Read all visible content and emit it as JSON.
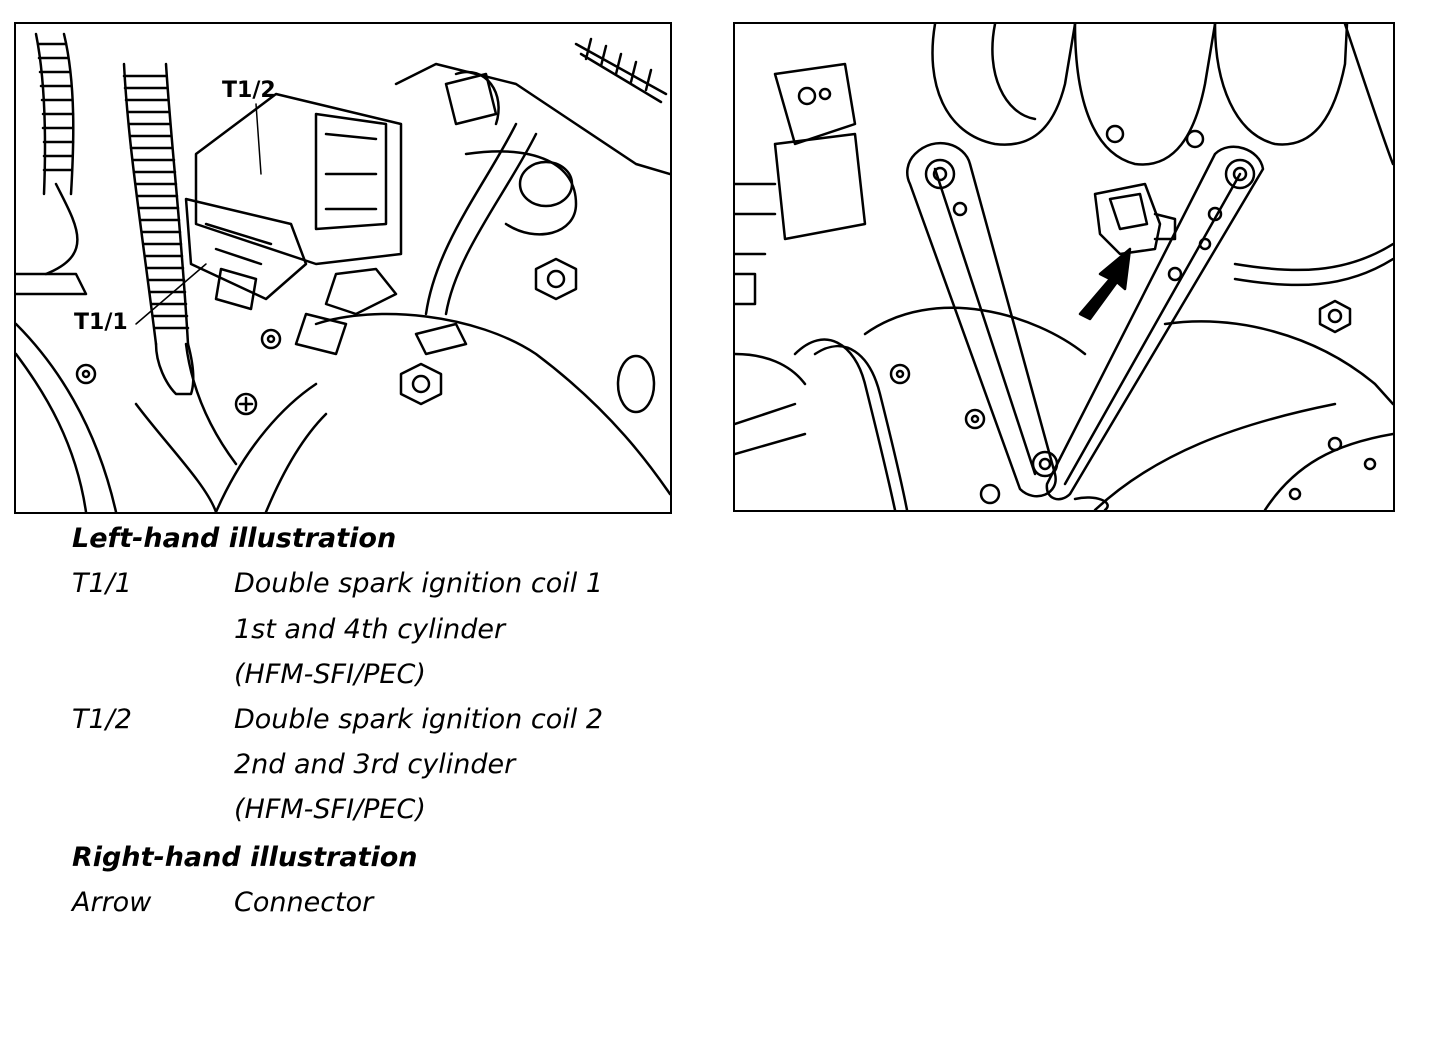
{
  "left_illustration": {
    "callouts": {
      "t1_2": "T1/2",
      "t1_1": "T1/1"
    }
  },
  "legend": {
    "left_heading": "Left-hand illustration",
    "items": [
      {
        "key": "T1/1",
        "lines": [
          "Double spark ignition coil 1",
          "1st and 4th cylinder",
          "(HFM-SFI/PEC)"
        ]
      },
      {
        "key": "T1/2",
        "lines": [
          "Double spark ignition coil 2",
          "2nd and 3rd cylinder",
          "(HFM-SFI/PEC)"
        ]
      }
    ],
    "right_heading": "Right-hand illustration",
    "right_items": [
      {
        "key": "Arrow",
        "lines": [
          "Connector"
        ]
      }
    ]
  }
}
